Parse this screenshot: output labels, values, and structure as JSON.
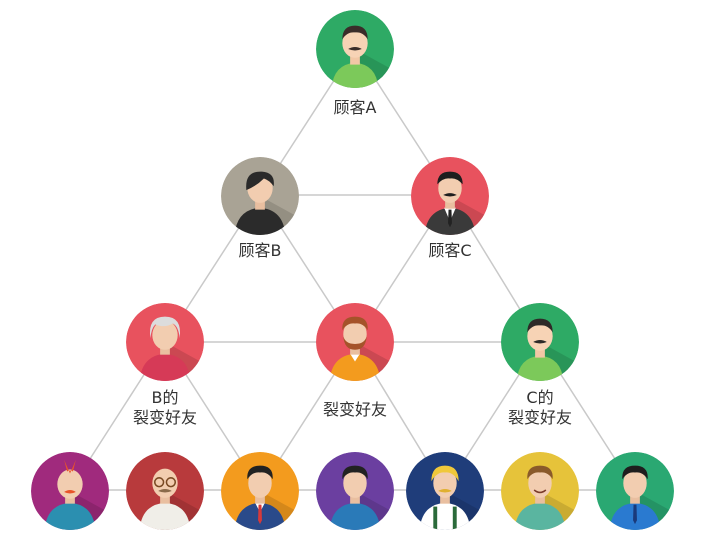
{
  "labels": {
    "a": "顾客A",
    "b": "顾客B",
    "c": "顾客C",
    "b_friend_line1": "B的",
    "b_friend_line2": "裂变好友",
    "center_friend": "裂变好友",
    "c_friend_line1": "C的",
    "c_friend_line2": "裂变好友"
  },
  "colors": {
    "line": "#c9c9c9",
    "green": "#2eaa65",
    "gray": "#a9a395",
    "red": "#e8525e",
    "purple": "#a02a7d",
    "darkred": "#b83a3c",
    "orange": "#f39b1e",
    "violet": "#6b3fa0",
    "navy": "#1f3d7a",
    "yellow": "#e6c33a",
    "teal": "#2aa872"
  }
}
